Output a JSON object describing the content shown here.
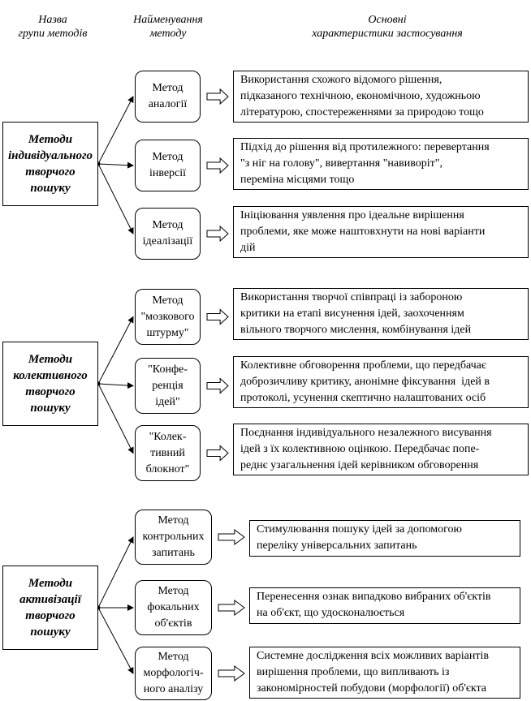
{
  "headers": {
    "group": [
      "Назва",
      "групи  методів"
    ],
    "method": [
      "Найменування",
      "методу"
    ],
    "characteristics": [
      "Основні",
      "характеристики застосування"
    ]
  },
  "groups": [
    {
      "lines": [
        "Методи",
        "індивідуального",
        "творчого",
        "пошуку"
      ],
      "methods": [
        {
          "lines": [
            "Метод",
            "аналогії"
          ],
          "desc": [
            "Використання схожого відомого рішення,",
            "підказаного технічною, економічною, художньою",
            "літературою, спостереженнями за природою тощо"
          ]
        },
        {
          "lines": [
            "Метод",
            "інверсії"
          ],
          "desc": [
            "Підхід до рішення від протилежного: перевертання",
            "\"з ніг на голову\", вивертання \"навиворіт\",",
            "переміна місцями тощо"
          ]
        },
        {
          "lines": [
            "Метод",
            "ідеалізації"
          ],
          "desc": [
            "Ініціювання уявлення про ідеальне вирішення",
            "проблеми, яке може наштовхнути на нові варіанти",
            "дій"
          ]
        }
      ]
    },
    {
      "lines": [
        "Методи",
        "колективного",
        "творчого",
        "пошуку"
      ],
      "methods": [
        {
          "lines": [
            "Метод",
            "\"мозкового",
            "штурму\""
          ],
          "desc": [
            "Використання творчої співпраці із забороною",
            "критики на етапі висунення ідей, заохоченням",
            "вільного творчого мислення, комбінування ідей"
          ]
        },
        {
          "lines": [
            "\"Конфе-",
            "ренція",
            "ідей\""
          ],
          "desc": [
            "Колективне обговорення проблеми, що передбачає",
            "доброзичливу критику, анонімне фіксування  ідей в",
            "протоколі, усунення скептично налаштованих осіб"
          ]
        },
        {
          "lines": [
            "\"Колек-",
            "тивний",
            "блокнот\""
          ],
          "desc": [
            "Поєднання індивідуального незалежного висування",
            "ідей з їх колективною оцінкою. Передбачає попе-",
            "реднє узагальнення ідей керівником обговорення"
          ]
        }
      ]
    },
    {
      "lines": [
        "Методи",
        "активізації",
        "творчого",
        "пошуку"
      ],
      "methods": [
        {
          "lines": [
            "Метод",
            "контрольних",
            "запитань"
          ],
          "desc": [
            "Стимулювання пошуку ідей за допомогою",
            "переліку універсальних запитань"
          ]
        },
        {
          "lines": [
            "Метод",
            "фокальних",
            "об'єктів"
          ],
          "desc": [
            "Перенесення ознак випадково вибраних об'єктів",
            "на об'єкт, що удосконалюється"
          ]
        },
        {
          "lines": [
            "Метод",
            "морфологіч-",
            "ного аналізу"
          ],
          "desc": [
            "Системне дослідження всіх можливих варіантів",
            "вирішення проблеми, що випливають із",
            "закономірностей побудови (морфології) об'єкта"
          ]
        }
      ]
    }
  ]
}
